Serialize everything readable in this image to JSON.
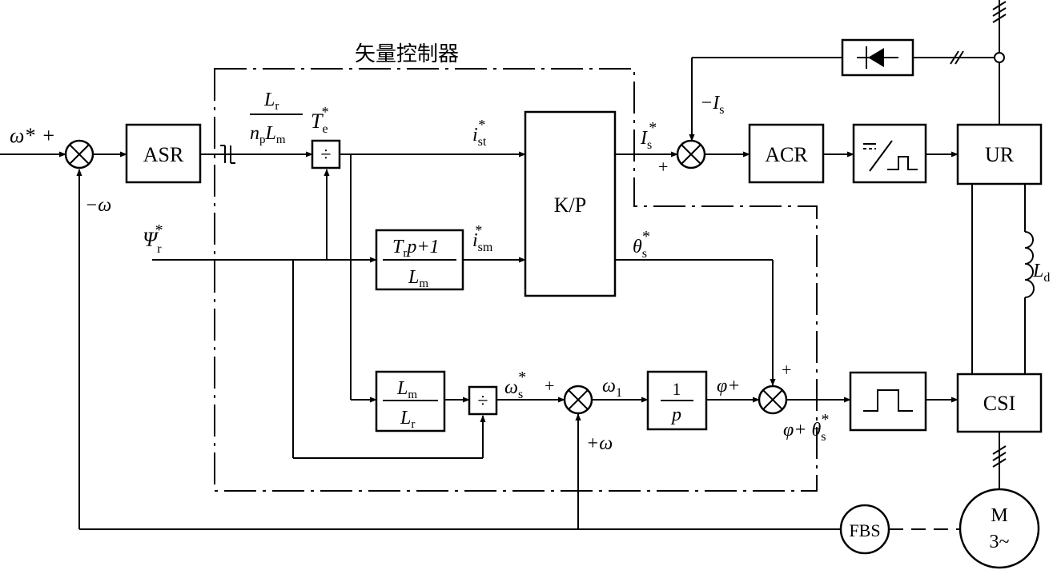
{
  "title": "矢量控制器",
  "inputs": {
    "omega_ref": "ω*",
    "omega_ref_sign": "+",
    "feedback_omega": "−ω",
    "psi_ref": "Ψ",
    "psi_ref_sub": "r",
    "psi_ref_sup": "*"
  },
  "blocks": {
    "asr": "ASR",
    "acr": "ACR",
    "ur": "UR",
    "csi": "CSI",
    "kp": "K/P",
    "fbs": "FBS",
    "div": "÷",
    "motor_m": "M",
    "motor_phase": "3~",
    "integrator_num": "1",
    "integrator_den": "p"
  },
  "labels": {
    "te_gain_num": "L",
    "te_gain_num_sub": "r",
    "te_gain_den_np": "n",
    "te_gain_den_np_sub": "p",
    "te_gain_den_l": "L",
    "te_gain_den_l_sub": "m",
    "te": "T",
    "te_sub": "e",
    "te_sup": "*",
    "ist": "i",
    "ist_sub": "st",
    "ist_sup": "*",
    "ism": "i",
    "ism_sub": "sm",
    "ism_sup": "*",
    "is_ref": "I",
    "is_ref_sub": "s",
    "is_ref_sup": "*",
    "is_plus": "+",
    "is_fb": "−I",
    "is_fb_sub": "s",
    "theta": "θ",
    "theta_sub": "s",
    "theta_sup": "*",
    "theta_plus": "+",
    "omega_s": "ω",
    "omega_s_sub": "s",
    "omega_s_sup": "*",
    "omega_s_plus": "+",
    "plus_omega": "+ω",
    "omega1": "ω",
    "omega1_sub": "1",
    "phi_plus": "φ+",
    "phi_theta": "φ+ θ",
    "phi_theta_sub": "s",
    "phi_theta_sup": "*",
    "ld": "L",
    "ld_sub": "d",
    "flux_num_t": "T",
    "flux_num_t_sub": "r",
    "flux_num_rest": "p+1",
    "flux_den": "L",
    "flux_den_sub": "m",
    "slip_num": "L",
    "slip_num_sub": "m",
    "slip_den": "L",
    "slip_den_sub": "r"
  },
  "colors": {
    "line": "#000000",
    "background": "#ffffff"
  },
  "icons": [
    "diode-icon",
    "converter-icon",
    "pulse-icon",
    "inductor-icon",
    "motor-icon",
    "summing-junction-icon"
  ]
}
